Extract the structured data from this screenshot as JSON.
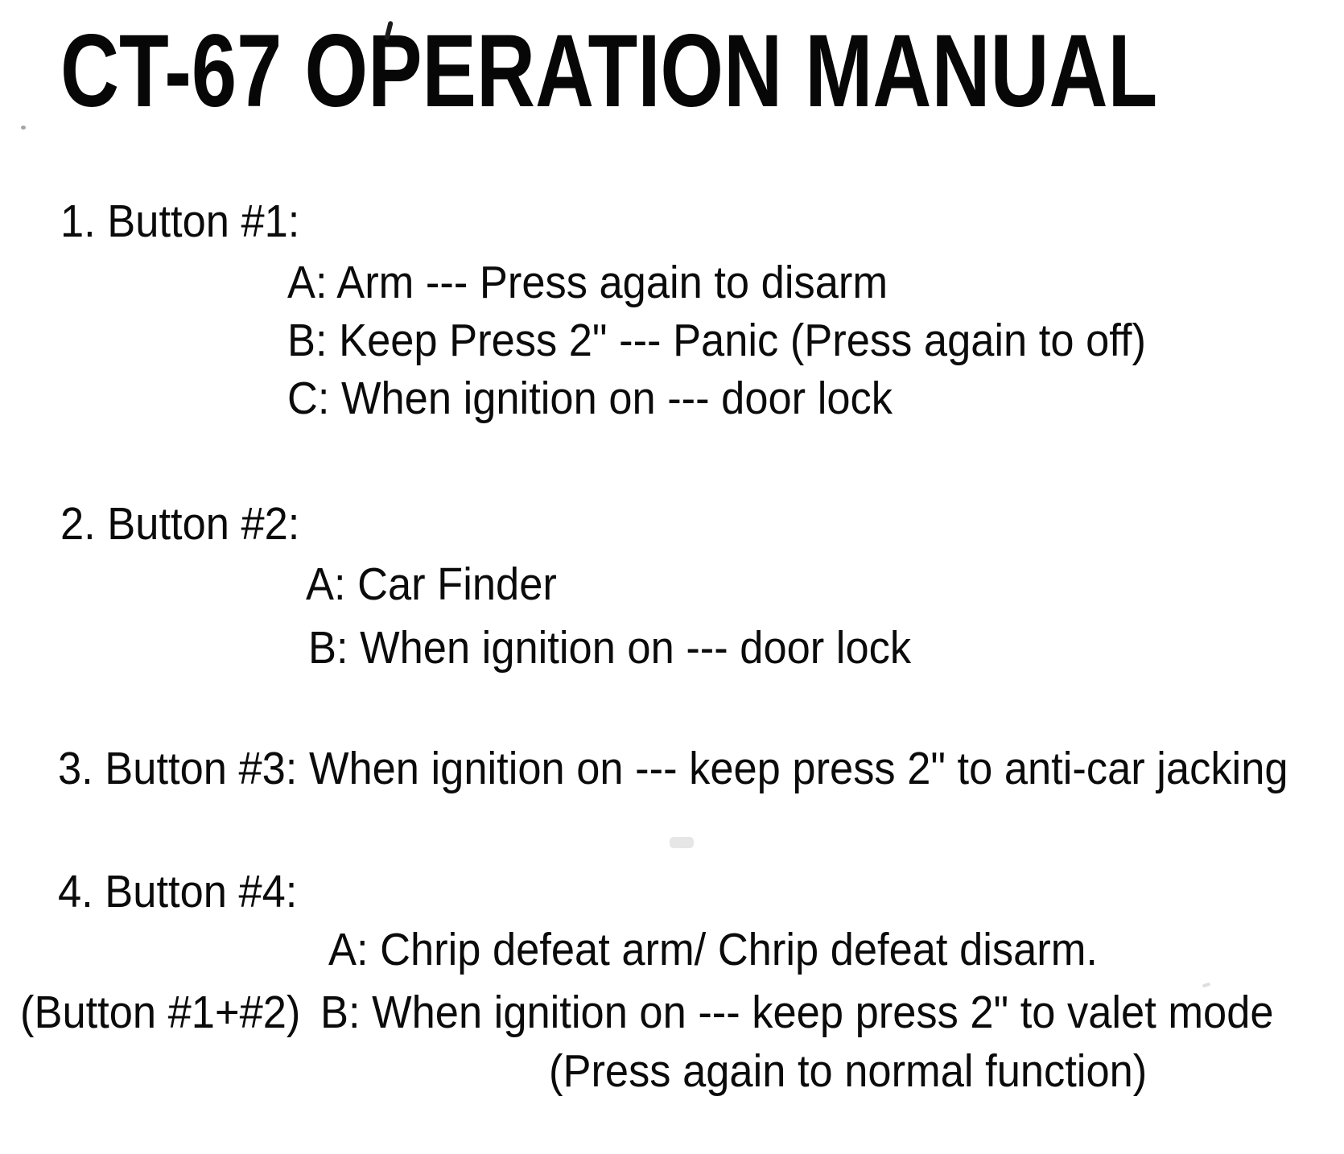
{
  "page": {
    "title": "CT-67 OPERATION MANUAL",
    "sections": [
      {
        "heading": "1. Button #1:",
        "items": [
          "A: Arm --- Press again to disarm",
          "B: Keep Press 2\" --- Panic (Press again to off)",
          "C: When ignition on --- door lock"
        ]
      },
      {
        "heading": "2. Button #2:",
        "items": [
          "A: Car Finder",
          "B: When ignition on --- door lock"
        ]
      },
      {
        "heading": "3. Button #3: When ignition on --- keep press 2\" to anti-car jacking",
        "items": []
      },
      {
        "heading": "4. Button #4:",
        "items": [
          "A: Chrip defeat arm/ Chrip defeat disarm."
        ],
        "side_label": "(Button #1+#2)",
        "item_b": "B: When ignition on --- keep press 2\" to valet mode",
        "continuation": "(Press again to normal function)"
      }
    ]
  }
}
